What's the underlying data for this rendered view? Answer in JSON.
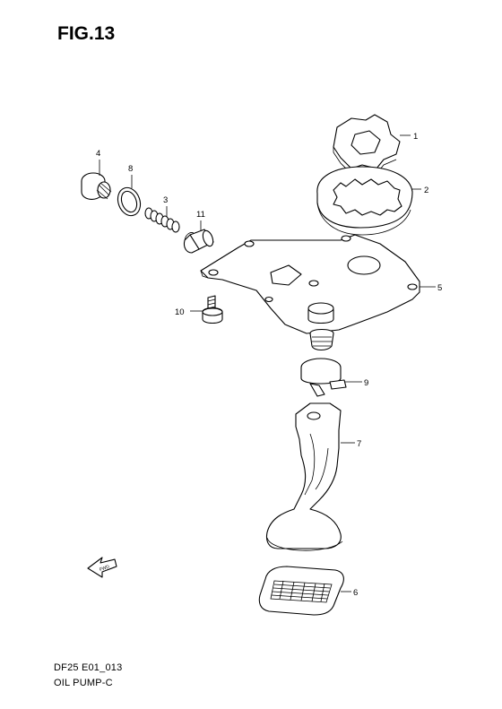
{
  "figure": {
    "title": "FIG.13",
    "drawing_code": "DF25 E01_013",
    "drawing_name": "OIL PUMP-C"
  },
  "callouts": {
    "c1": "1",
    "c2": "2",
    "c3": "3",
    "c4": "4",
    "c5": "5",
    "c6": "6",
    "c7": "7",
    "c8": "8",
    "c9": "9",
    "c10": "10",
    "c11": "11"
  },
  "direction_arrow": {
    "label": "FWD"
  }
}
